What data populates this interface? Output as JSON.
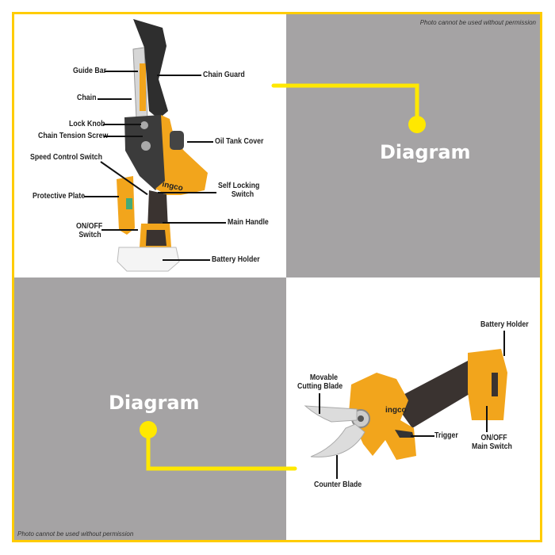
{
  "colors": {
    "border": "#FFCC00",
    "connector": "#FFE800",
    "panel_gray": "#A5A3A4",
    "tool_orange": "#F2A51C",
    "tool_dark": "#3A3330"
  },
  "watermark": "Photo cannot be used without permission",
  "panels": {
    "top_right": {
      "title": "Diagram"
    },
    "bottom_left": {
      "title": "Diagram"
    }
  },
  "chainsaw": {
    "labels": {
      "guide_bar": "Guide Bar",
      "chain": "Chain",
      "lock_knob": "Lock Knob",
      "chain_tension_screw": "Chain Tension Screw",
      "speed_control_switch": "Speed Control Switch",
      "protective_plate": "Protective Plate",
      "on_off_switch_1": "ON/OFF",
      "on_off_switch_2": "Switch",
      "chain_guard": "Chain Guard",
      "oil_tank_cover": "Oil Tank Cover",
      "self_locking_switch_1": "Self Locking",
      "self_locking_switch_2": "Switch",
      "main_handle": "Main Handle",
      "battery_holder": "Battery Holder"
    },
    "brand": "INGCO"
  },
  "pruner": {
    "labels": {
      "battery_holder": "Battery Holder",
      "movable_cutting_blade_1": "Movable",
      "movable_cutting_blade_2": "Cutting Blade",
      "trigger": "Trigger",
      "on_off_main_switch_1": "ON/OFF",
      "on_off_main_switch_2": "Main Switch",
      "counter_blade": "Counter Blade"
    },
    "brand": "INGCO"
  }
}
